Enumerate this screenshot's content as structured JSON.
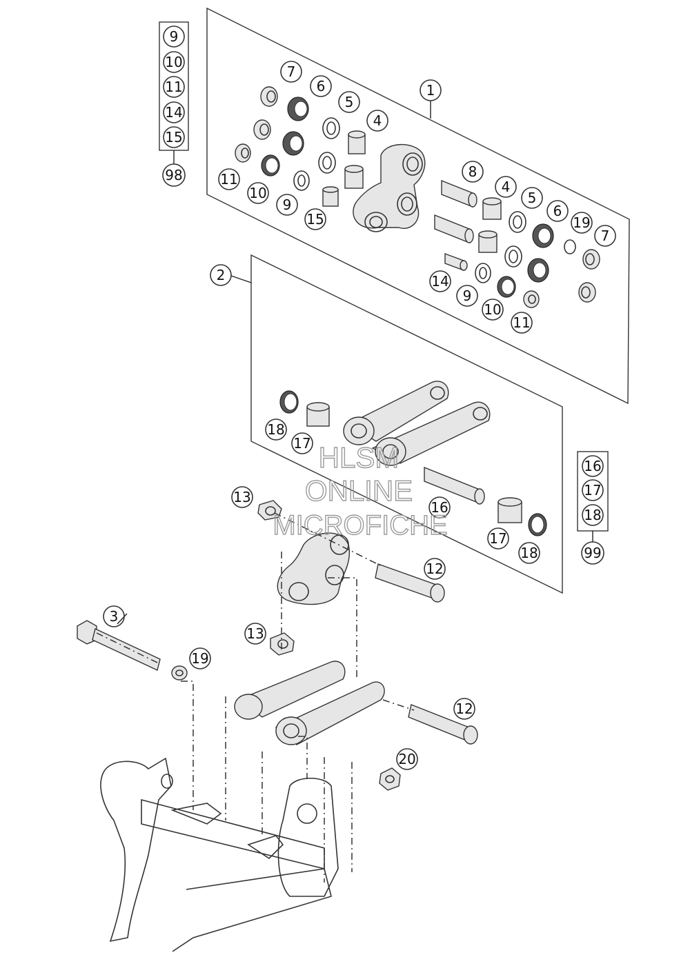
{
  "callouts": {
    "c1": "1",
    "c2": "2",
    "c3": "3",
    "c4a": "4",
    "c4b": "4",
    "c5a": "5",
    "c5b": "5",
    "c6a": "6",
    "c6b": "6",
    "c7a": "7",
    "c7b": "7",
    "c8": "8",
    "c9a": "9",
    "c9b": "9",
    "c10a": "10",
    "c10b": "10",
    "c11a": "11",
    "c11b": "11",
    "c12a": "12",
    "c12b": "12",
    "c13a": "13",
    "c13b": "13",
    "c14": "14",
    "c15": "15",
    "c16": "16",
    "c17a": "17",
    "c17b": "17",
    "c18a": "18",
    "c18b": "18",
    "c19a": "19",
    "c19b": "19",
    "c20": "20"
  },
  "kit_98": {
    "items": [
      "9",
      "10",
      "11",
      "14",
      "15"
    ],
    "kit": "98"
  },
  "kit_99": {
    "items": [
      "16",
      "17",
      "18"
    ],
    "kit": "99"
  },
  "watermark": {
    "line1": "HLSM",
    "line2": "ONLINE",
    "line3": "MICROFICHE"
  }
}
